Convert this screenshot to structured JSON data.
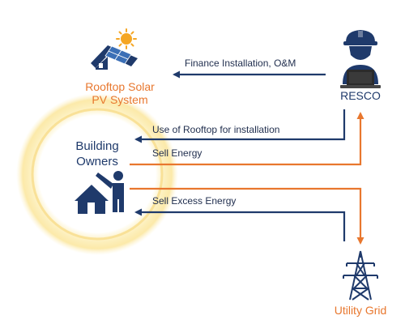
{
  "nodes": {
    "solar": {
      "line1": "Rooftop Solar",
      "line2": "PV System",
      "icon": "solar-house-icon"
    },
    "resco": {
      "label": "RESCO",
      "icon": "engineer-laptop-icon"
    },
    "owners": {
      "line1": "Building",
      "line2": "Owners",
      "icon": "house-person-icon"
    },
    "grid": {
      "label": "Utility Grid",
      "icon": "transmission-tower-icon"
    }
  },
  "flows": {
    "finance": "Finance Installation, O&M",
    "rooftop": "Use of Rooftop for installation",
    "sell_energy": "Sell Energy",
    "sell_excess": "Sell Excess Energy"
  },
  "colors": {
    "navy": "#1f3a6b",
    "orange": "#e8772e",
    "glow": "#fbe9a8",
    "sun": "#f5a623"
  }
}
